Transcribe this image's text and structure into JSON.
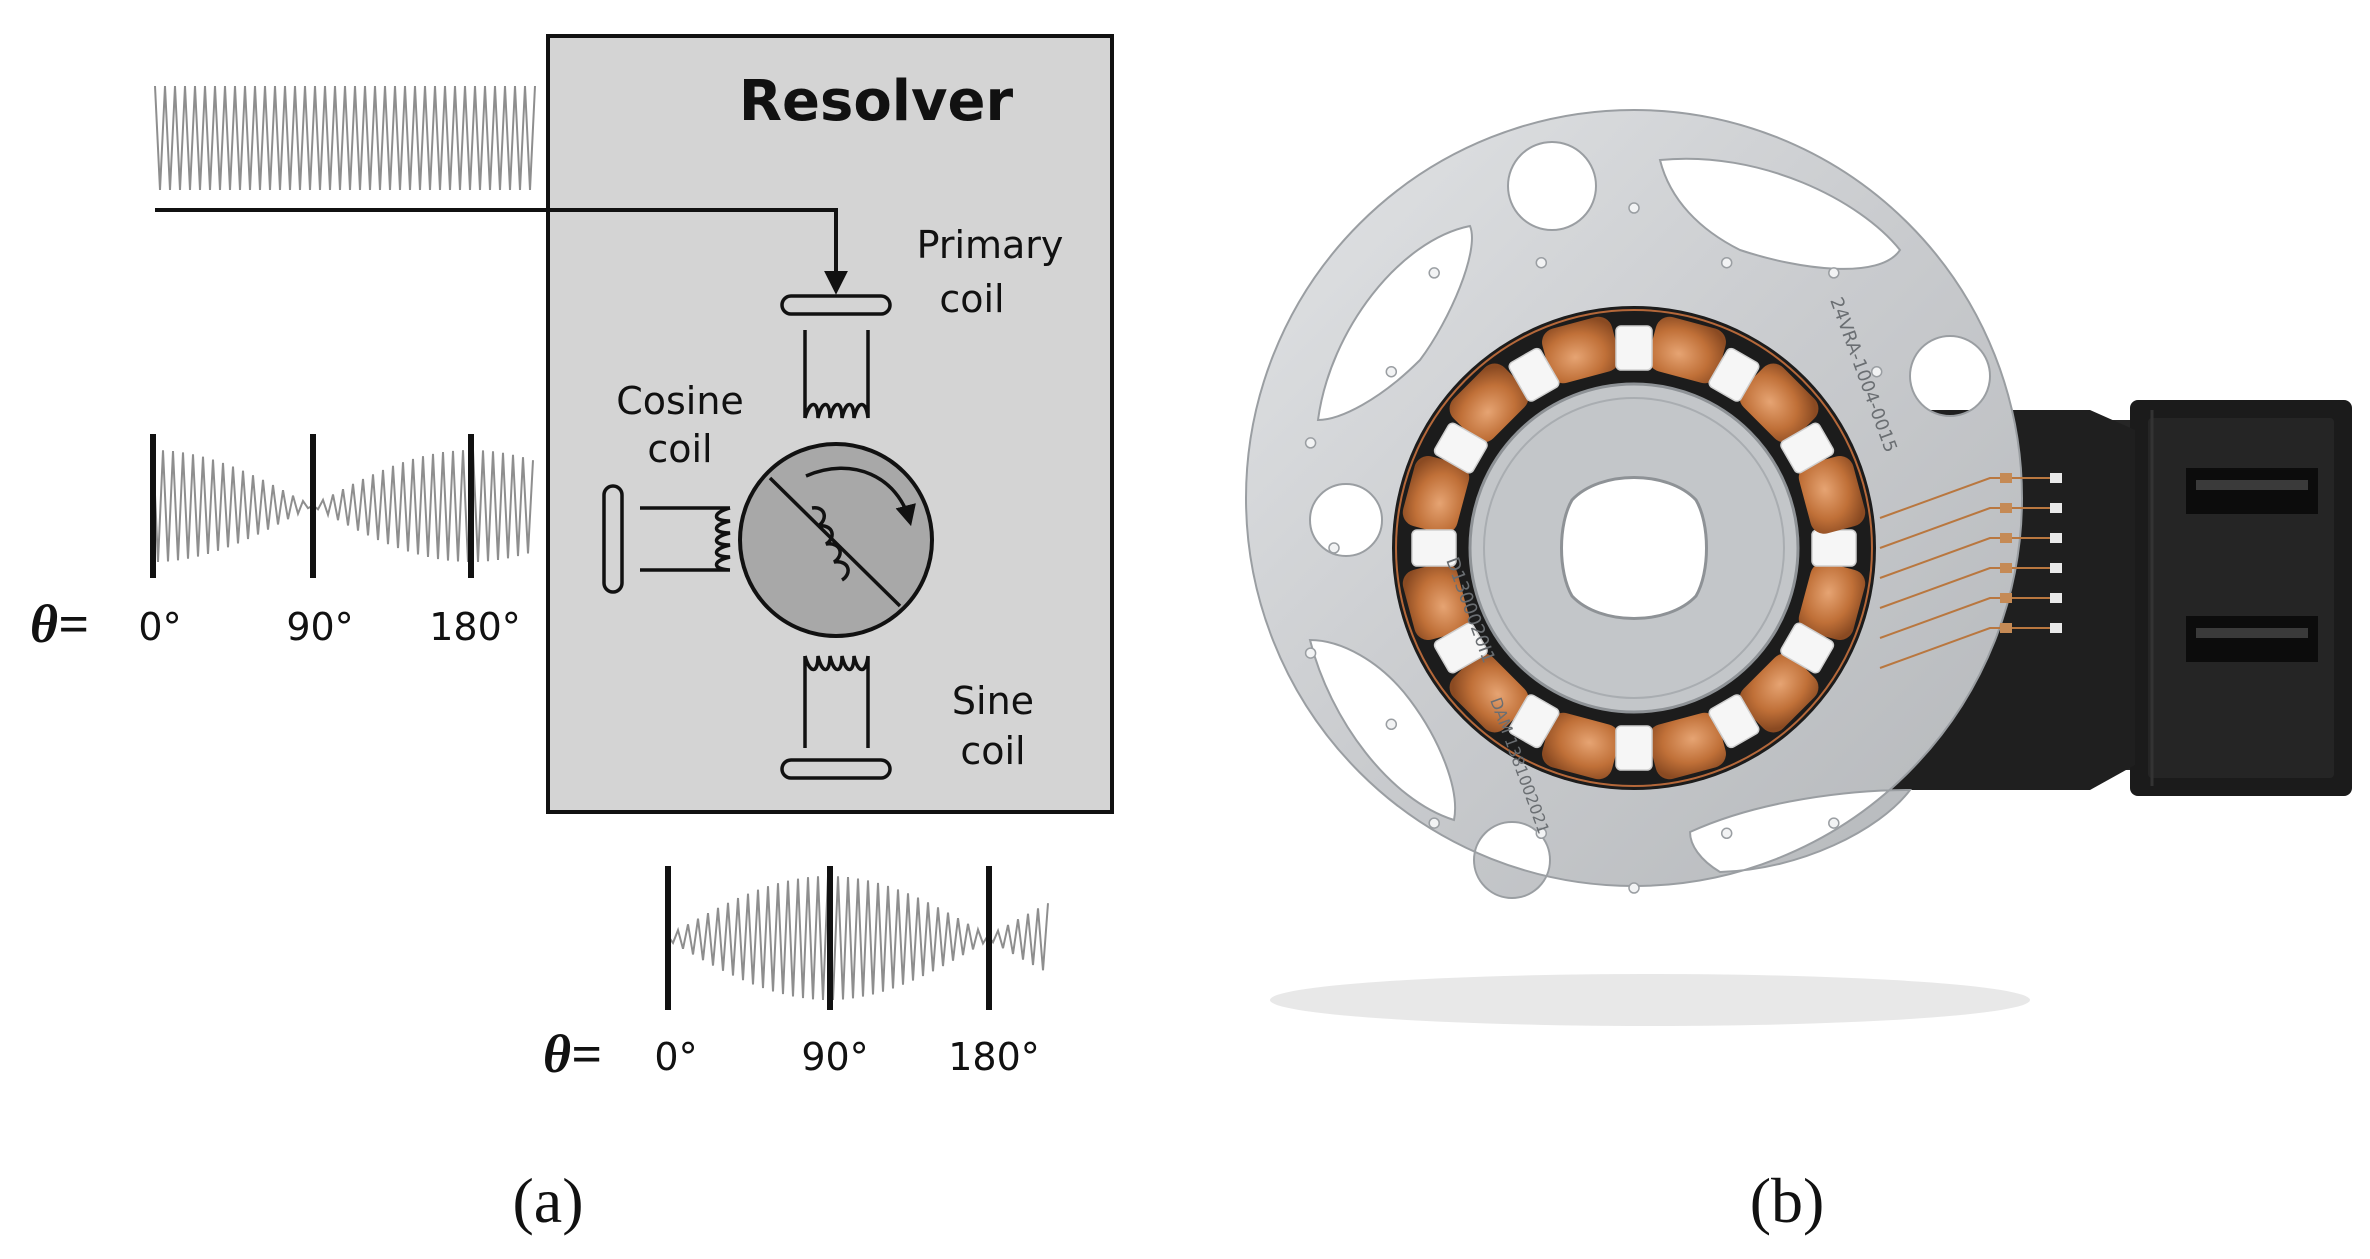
{
  "panel_a": {
    "title": "Resolver",
    "primary_coil": [
      "Primary",
      "coil"
    ],
    "cosine_coil": [
      "Cosine",
      "coil"
    ],
    "sine_coil": [
      "Sine",
      "coil"
    ],
    "cosine_axis": {
      "theta": "θ=",
      "ticks": [
        "0°",
        "90°",
        "180°"
      ]
    },
    "sine_axis": {
      "theta": "θ=",
      "ticks": [
        "0°",
        "90°",
        "180°"
      ]
    }
  },
  "panel_b": {
    "board_text": "24VRA-1004-0015",
    "ring_text": "D1300020I1",
    "tab_text": "DAM 1381002021"
  },
  "captions": {
    "a": "(a)",
    "b": "(b)"
  },
  "colors": {
    "panel_bg": "#d4d4d4",
    "line": "#111111",
    "rotor": "#a8a8a8",
    "wave": "#8e8e8e",
    "plate": "#cfd1d3",
    "copper": "#c87a44",
    "pcb": "#1e1e1e"
  }
}
